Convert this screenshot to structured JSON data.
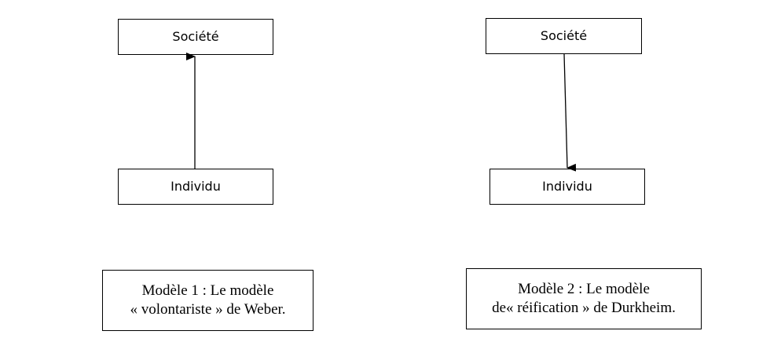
{
  "model1": {
    "top_label": "Société",
    "bottom_label": "Individu",
    "caption_line1": "Modèle 1 : Le modèle",
    "caption_line2": "« volontariste » de Weber."
  },
  "model2": {
    "top_label": "Société",
    "bottom_label": "Individu",
    "caption_line1": "Modèle 2 : Le modèle",
    "caption_line2": "de« réification » de Durkheim."
  },
  "colors": {
    "stroke": "#000000",
    "background": "#ffffff"
  }
}
